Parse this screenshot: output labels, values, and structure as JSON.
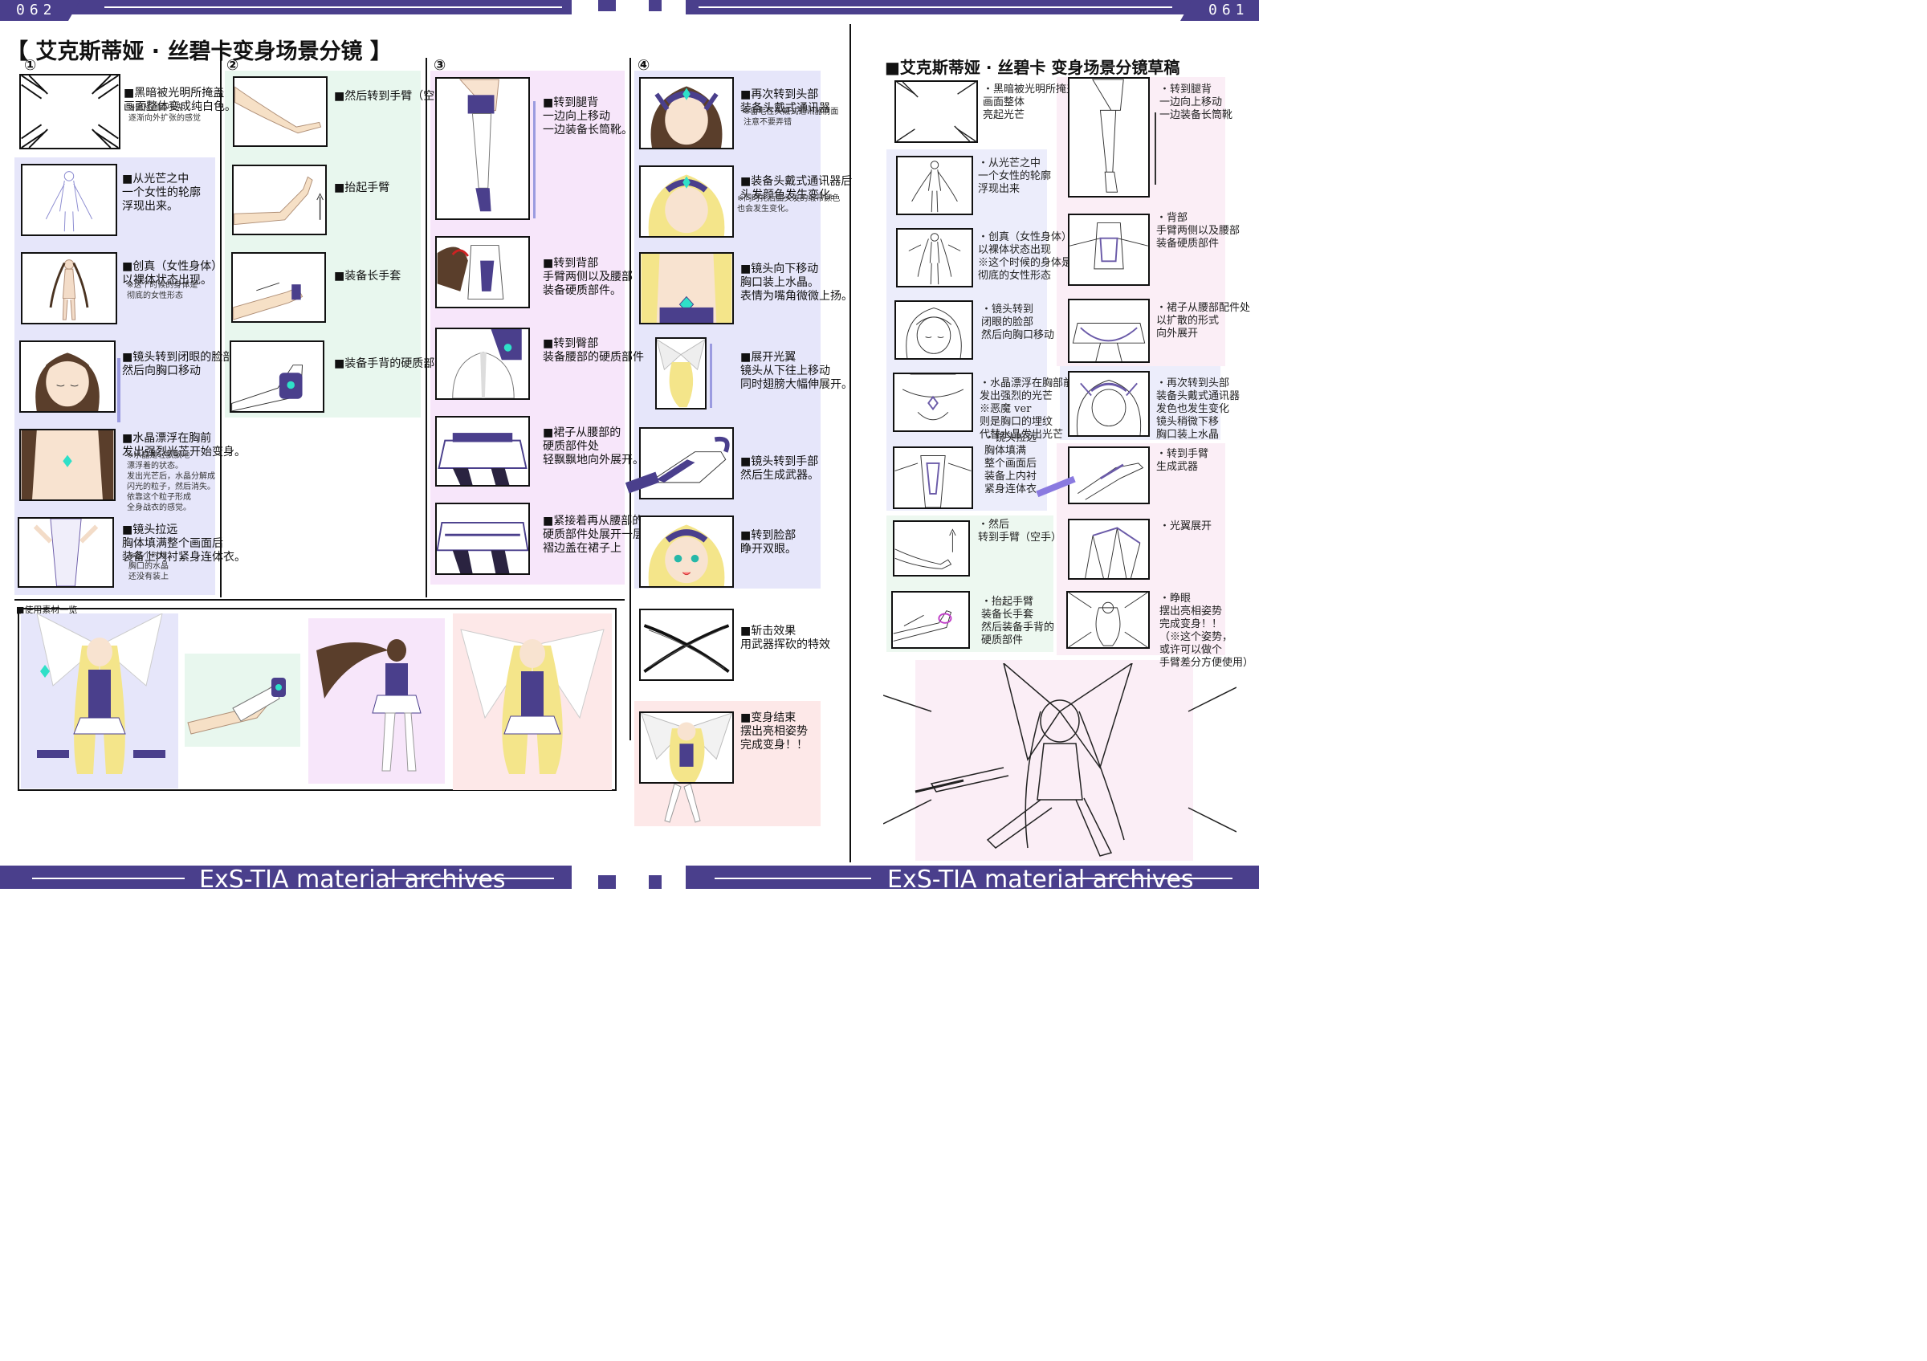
{
  "header": {
    "left_page_number": "062",
    "right_page_number": "061"
  },
  "footer": {
    "left_text": "ExS-TIA material archives",
    "right_text": "ExS-TIA material archives"
  },
  "left_page": {
    "title": "【 艾克斯蒂娅 · 丝碧卡变身场景分镜 】",
    "columns": {
      "c1": "①",
      "c2": "②",
      "c3": "③",
      "c4": "④"
    },
    "col1": [
      {
        "caption": "■黑暗被光明所掩盖\n  画面整体变成纯白色。",
        "note": "※光从画面中央\n  逐渐向外扩张的感觉"
      },
      {
        "caption": "■从光芒之中\n  一个女性的轮廓\n  浮现出来。",
        "note": ""
      },
      {
        "caption": "■创真（女性身体）\n  以裸体状态出现。",
        "note": "※这个时候的身体是\n  彻底的女性形态"
      },
      {
        "caption": "■镜头转到闭眼的脸部\n  然后向胸口移动",
        "note": ""
      },
      {
        "caption": "■水晶漂浮在胸前\n  发出强烈光芒开始变身。",
        "note": "※水晶是轻飘飘地\n  漂浮着的状态。\n  发出光芒后，水晶分解成\n  闪光的粒子，然后消失。\n  依靠这个粒子形成\n  全身战衣的感觉。"
      },
      {
        "caption": "■镜头拉远\n  胸体填满整个画面后\n  装备上内衬紧身连体衣。",
        "note": "※这个时候\n  胸口的水晶\n  还没有装上"
      }
    ],
    "col2": [
      {
        "caption": "■然后转到手臂（空手）"
      },
      {
        "caption": "■抬起手臂"
      },
      {
        "caption": "■装备长手套"
      },
      {
        "caption": "■装备手背的硬质部件"
      }
    ],
    "col3": [
      {
        "caption": "■转到腿背\n  一边向上移动\n  一边装备长筒靴。"
      },
      {
        "caption": "■转到背部\n  手臂两侧以及腰部\n  装备硬质部件。"
      },
      {
        "caption": "■转到臀部\n  装备腰部的硬质部件"
      },
      {
        "caption": "■裙子从腰部的\n  硬质部件处\n  轻飘飘地向外展开。"
      },
      {
        "caption": "■紧接着再从腰部的\n  硬质部件处展开一层\n  褶边盖在裙子上"
      }
    ],
    "col4": [
      {
        "caption": "■再次转到头部\n  装备头戴式通讯器",
        "note": "※留毛在头戴式通讯器前面\n  注意不要弄错"
      },
      {
        "caption": "■装备头戴式通讯器后\n  头发颜色发生变化。",
        "note": "※同时扎后面头发的缎带颜色\n  也会发生变化。"
      },
      {
        "caption": "■镜头向下移动\n  胸口装上水晶。\n  表情为嘴角微微上扬。",
        "note": ""
      },
      {
        "caption": "■展开光翼\n  镜头从下往上移动\n  同时翅膀大幅伸展开。",
        "note": ""
      },
      {
        "caption": "■镜头转到手部\n  然后生成武器。",
        "note": ""
      },
      {
        "caption": "■转到脸部\n  睁开双眼。",
        "note": ""
      },
      {
        "caption": "■斩击效果\n  用武器挥砍的特效",
        "note": ""
      },
      {
        "caption": "■变身结束\n  摆出亮相姿势\n  完成变身！！",
        "note": ""
      }
    ],
    "materials_label": "■使用素材一览"
  },
  "right_page": {
    "title": "■艾克斯蒂娅 · 丝碧卡 变身场景分镜草稿",
    "sketch_notes": [
      "・黑暗被光明所掩盖\n 画面整体\n 亮起光芒",
      "・从光芒之中\n 一个女性的轮廓\n 浮现出来",
      "・创真（女性身体）\n 以裸体状态出现\n ※这个时候的身体是\n 彻底的女性形态",
      "・镜头转到\n 闭眼的脸部\n 然后向胸口移动",
      "・水晶漂浮在胸部前方\n 发出强烈的光芒\n ※恶魔 ver\n 则是胸口的埋纹\n 代替水晶发出光芒",
      "・镜头拉远\n 胸体填满\n 整个画面后\n 装备上内衬\n 紧身连体衣",
      "・然后\n 转到手臂（空手）",
      "・抬起手臂\n 装备长手套\n 然后装备手背的\n 硬质部件",
      "・转到腿背\n 一边向上移动\n 一边装备长筒靴",
      "・背部\n 手臂两侧以及腰部\n 装备硬质部件",
      "・裙子从腰部配件处\n 以扩散的形式\n 向外展开",
      "・再次转到头部\n 装备头戴式通讯器\n 发色也发生变化\n 镜头稍微下移\n 胸口装上水晶",
      "・转到手臂\n 生成武器",
      "・光翼展开",
      "・睁眼\n 摆出亮相姿势\n 完成变身！！\n （※这个姿势，\n 或许可以做个\n 手臂差分方便使用）"
    ]
  },
  "colors": {
    "accent": "#4a3f8c",
    "lavender": "#e6e6fa",
    "mint": "#e8f7ee",
    "pink": "#f7e6fa",
    "salmon": "#fde8e8"
  }
}
